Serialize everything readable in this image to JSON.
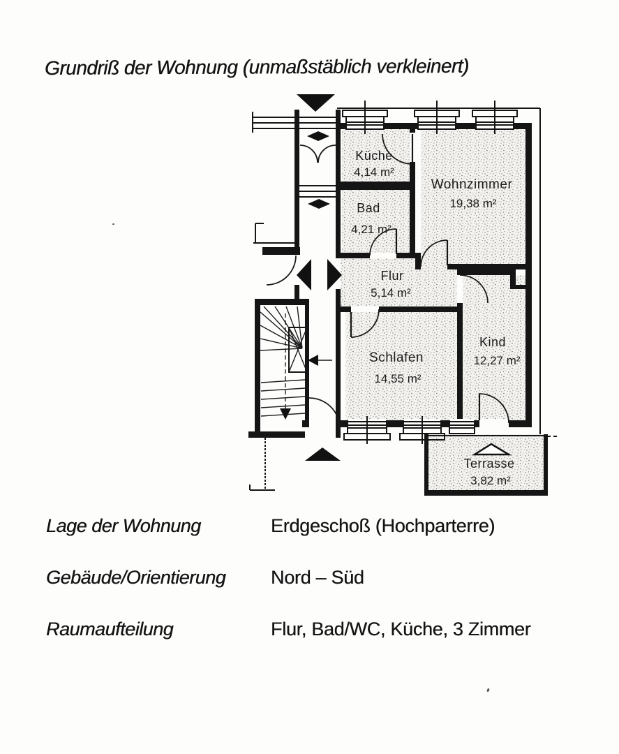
{
  "title": "Grundriß der Wohnung (unmaßstäblich verkleinert)",
  "plan": {
    "rooms": [
      {
        "id": "kueche",
        "name": "Küche",
        "area": "4,14 m²"
      },
      {
        "id": "bad",
        "name": "Bad",
        "area": "4,21 m²"
      },
      {
        "id": "wohnzimmer",
        "name": "Wohnzimmer",
        "area": "19,38 m²"
      },
      {
        "id": "flur",
        "name": "Flur",
        "area": "5,14 m²"
      },
      {
        "id": "schlafen",
        "name": "Schlafen",
        "area": "14,55 m²"
      },
      {
        "id": "kind",
        "name": "Kind",
        "area": "12,27 m²"
      },
      {
        "id": "terrasse",
        "name": "Terrasse",
        "area": "3,82 m²"
      }
    ],
    "symbols": {
      "entrance-arrow-down": "▼",
      "entrance-arrow-up": "▲",
      "door-arrow-left": "◀",
      "door-arrow-right": "▶",
      "terrasse-gable": "△"
    },
    "colors": {
      "ink": "#151515",
      "paper": "#fdfdfc",
      "stipple": "#7d7d7d"
    }
  },
  "details": [
    {
      "label": "Lage der Wohnung",
      "value": "Erdgeschoß (Hochparterre)"
    },
    {
      "label": "Gebäude/Orientierung",
      "value": "Nord – Süd"
    },
    {
      "label": "Raumaufteilung",
      "value": "Flur, Bad/WC, Küche, 3 Zimmer"
    }
  ]
}
